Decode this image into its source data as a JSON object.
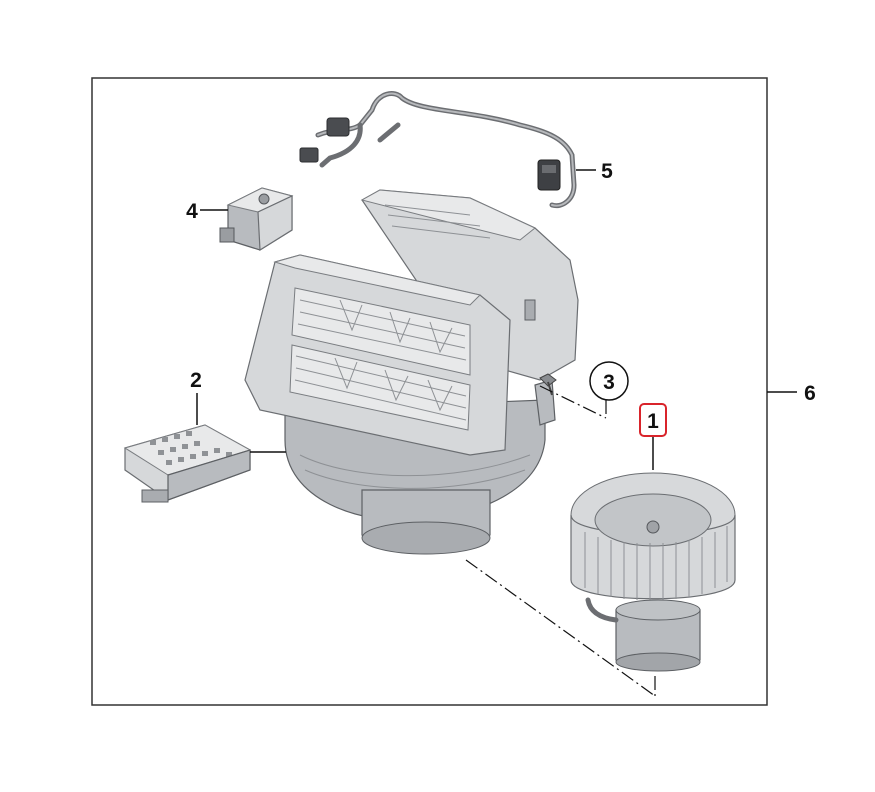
{
  "callouts": {
    "c1": "1",
    "c2": "2",
    "c3": "3",
    "c4": "4",
    "c5": "5",
    "c6": "6"
  },
  "colors": {
    "highlight_box": "#d9242b",
    "line": "#111111",
    "part_fill": "#d6d8da"
  },
  "parts": [
    {
      "callout": "1",
      "icon": "blower-fan-motor-icon"
    },
    {
      "callout": "2",
      "icon": "resistor-module-icon"
    },
    {
      "callout": "3",
      "icon": "screw-icon"
    },
    {
      "callout": "4",
      "icon": "actuator-icon"
    },
    {
      "callout": "5",
      "icon": "wiring-harness-icon"
    },
    {
      "callout": "6",
      "icon": "blower-housing-icon"
    }
  ]
}
